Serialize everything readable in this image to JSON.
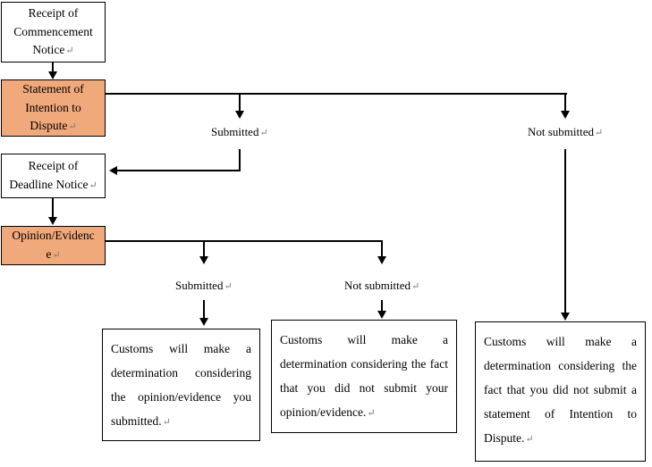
{
  "diagram": {
    "title": "Customs dispute procedure flowchart",
    "colors": {
      "process_fill": "#F0A97B",
      "stroke": "#000000",
      "background": "#FFFFFF"
    },
    "cr_mark": "↵"
  },
  "nodes": {
    "commencement_notice": {
      "lines": [
        "Receipt of",
        "Commencement",
        "Notice"
      ],
      "fill": "white"
    },
    "statement_intention": {
      "lines": [
        "Statement of",
        "Intention to",
        "Dispute"
      ],
      "fill": "orange"
    },
    "deadline_notice": {
      "lines": [
        "Receipt of",
        "Deadline Notice"
      ],
      "fill": "white"
    },
    "opinion_evidence": {
      "lines": [
        "Opinion/Evidenc",
        "e"
      ],
      "fill": "orange"
    }
  },
  "edge_labels": {
    "statement_submitted": "Submitted",
    "statement_not_submitted": "Not submitted",
    "opinion_submitted": "Submitted",
    "opinion_not_submitted": "Not submitted"
  },
  "outcomes": {
    "opinion_submitted_result": "Customs will make a determination considering the opinion/evidence you submitted.",
    "opinion_not_submitted_result": "Customs will make a determination considering the fact that you did not submit your opinion/evidence.",
    "statement_not_submitted_result": "Customs will make a determination considering the fact that you did not submit a statement of Intention to Dispute."
  }
}
